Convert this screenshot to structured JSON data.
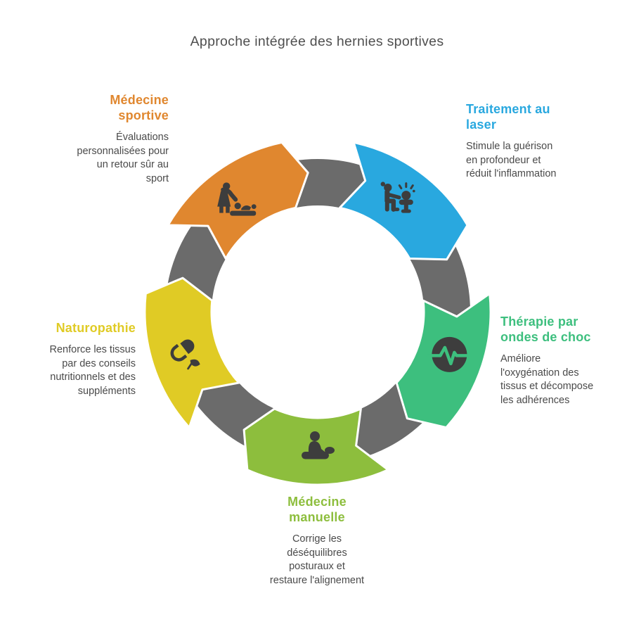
{
  "title": "Approche intégrée des hernies sportives",
  "diagram": {
    "ring_color": "#6b6b6b",
    "icon_color": "#3d3d3d",
    "background_color": "#ffffff",
    "segments": [
      {
        "id": "medecine-sportive",
        "label": "Médecine\nsportive",
        "description": "Évaluations\npersonnalisées pour\nun retour sûr au\nsport",
        "color": "#e0872f",
        "angle": -126,
        "icon": "exam-table-icon"
      },
      {
        "id": "traitement-laser",
        "label": "Traitement au\nlaser",
        "description": "Stimule la guérison\nen profondeur et\nréduit l'inflammation",
        "color": "#29a8df",
        "angle": -54,
        "icon": "laser-therapy-icon"
      },
      {
        "id": "therapie-ondes-choc",
        "label": "Thérapie par\nondes de choc",
        "description": "Améliore\nl'oxygénation des\ntissus et décompose\nles adhérences",
        "color": "#3dbf7e",
        "angle": 18,
        "icon": "shockwave-icon"
      },
      {
        "id": "medecine-manuelle",
        "label": "Médecine\nmanuelle",
        "description": "Corrige les\ndéséquilibres\nposturaux et\nrestaure l'alignement",
        "color": "#8dbe3d",
        "angle": 90,
        "icon": "massage-icon"
      },
      {
        "id": "naturopathie",
        "label": "Naturopathie",
        "description": "Renforce les tissus\npar des conseils\nnutritionnels et des\nsuppléments",
        "color": "#e0cb25",
        "angle": 162,
        "icon": "supplement-icon"
      }
    ]
  }
}
